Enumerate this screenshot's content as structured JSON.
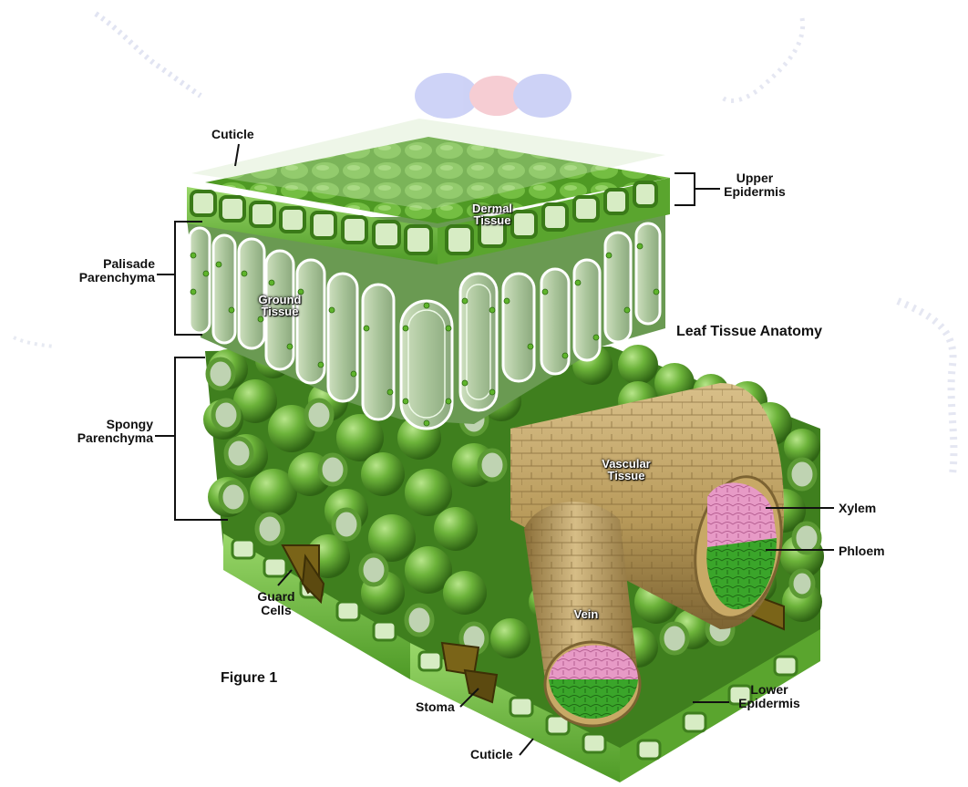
{
  "diagram": {
    "title": "Leaf Tissue Anatomy",
    "figure_caption": "Figure 1",
    "labels": {
      "cuticle_top": "Cuticle",
      "upper_epidermis_1": "Upper",
      "upper_epidermis_2": "Epidermis",
      "palisade_1": "Palisade",
      "palisade_2": "Parenchyma",
      "spongy_1": "Spongy",
      "spongy_2": "Parenchyma",
      "guard_1": "Guard",
      "guard_2": "Cells",
      "stoma": "Stoma",
      "cuticle_bottom": "Cuticle",
      "lower_epidermis_1": "Lower",
      "lower_epidermis_2": "Epidermis",
      "xylem": "Xylem",
      "phloem": "Phloem",
      "dermal_1": "Dermal",
      "dermal_2": "Tissue",
      "ground_1": "Ground",
      "ground_2": "Tissue",
      "vascular_1": "Vascular",
      "vascular_2": "Tissue",
      "vein": "Vein"
    },
    "colors": {
      "leaf_green": "#6fb83a",
      "dark_green": "#3d7a1c",
      "vein_tan": "#b89a5a",
      "xylem_pink": "#e79ac6",
      "phloem_green": "#3aa52a",
      "guard_cell_brown": "#7a6418"
    }
  }
}
